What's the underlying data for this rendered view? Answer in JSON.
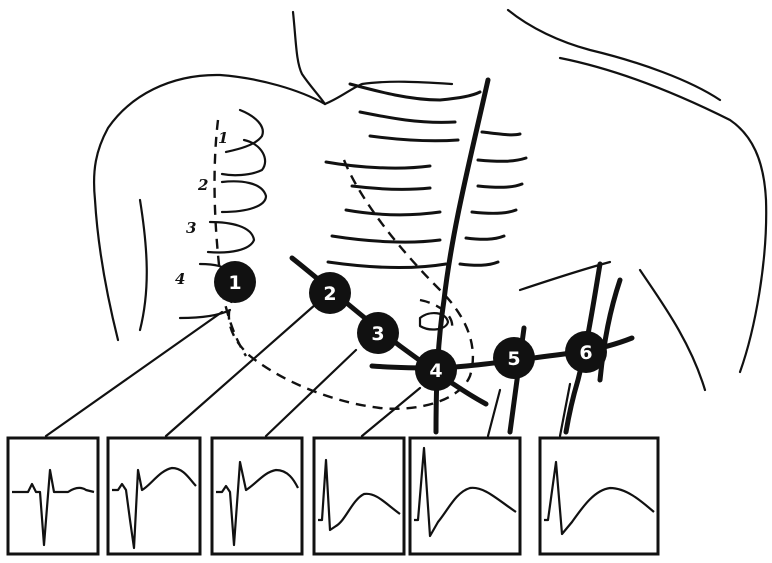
{
  "rib_labels": [
    "1",
    "2",
    "3",
    "4"
  ],
  "leads": [
    {
      "label": "1"
    },
    {
      "label": "2"
    },
    {
      "label": "3"
    },
    {
      "label": "4"
    },
    {
      "label": "5"
    },
    {
      "label": "6"
    }
  ]
}
